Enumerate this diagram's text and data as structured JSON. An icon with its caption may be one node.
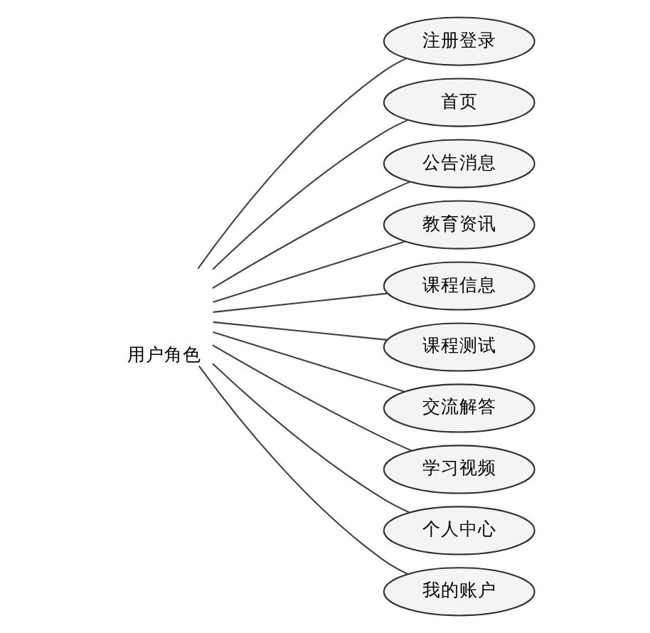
{
  "diagram": {
    "nodes": [
      {
        "text": [
          "用户角色"
        ]
      },
      {
        "text": [
          "注册登录"
        ]
      },
      {
        "text": [
          "首页"
        ]
      },
      {
        "text": [
          "公告消息"
        ]
      },
      {
        "text": [
          "教育资讯"
        ]
      },
      {
        "text": [
          "课程信息"
        ]
      },
      {
        "text": [
          "课程测试"
        ]
      },
      {
        "text": [
          "交流解答"
        ]
      },
      {
        "text": [
          "学习视频"
        ]
      },
      {
        "text": [
          "个人中心"
        ]
      },
      {
        "text": [
          "我的账户"
        ]
      }
    ],
    "edges": [
      {
        "from": 0,
        "to": 1,
        "arrow": "none"
      },
      {
        "from": 0,
        "to": 2,
        "arrow": "none"
      },
      {
        "from": 0,
        "to": 3,
        "arrow": "none"
      },
      {
        "from": 0,
        "to": 4,
        "arrow": "none"
      },
      {
        "from": 0,
        "to": 5,
        "arrow": "none"
      },
      {
        "from": 0,
        "to": 6,
        "arrow": "none"
      },
      {
        "from": 0,
        "to": 7,
        "arrow": "none"
      },
      {
        "from": 0,
        "to": 8,
        "arrow": "none"
      },
      {
        "from": 0,
        "to": 9,
        "arrow": "none"
      },
      {
        "from": 0,
        "to": 10,
        "arrow": "none"
      }
    ]
  }
}
